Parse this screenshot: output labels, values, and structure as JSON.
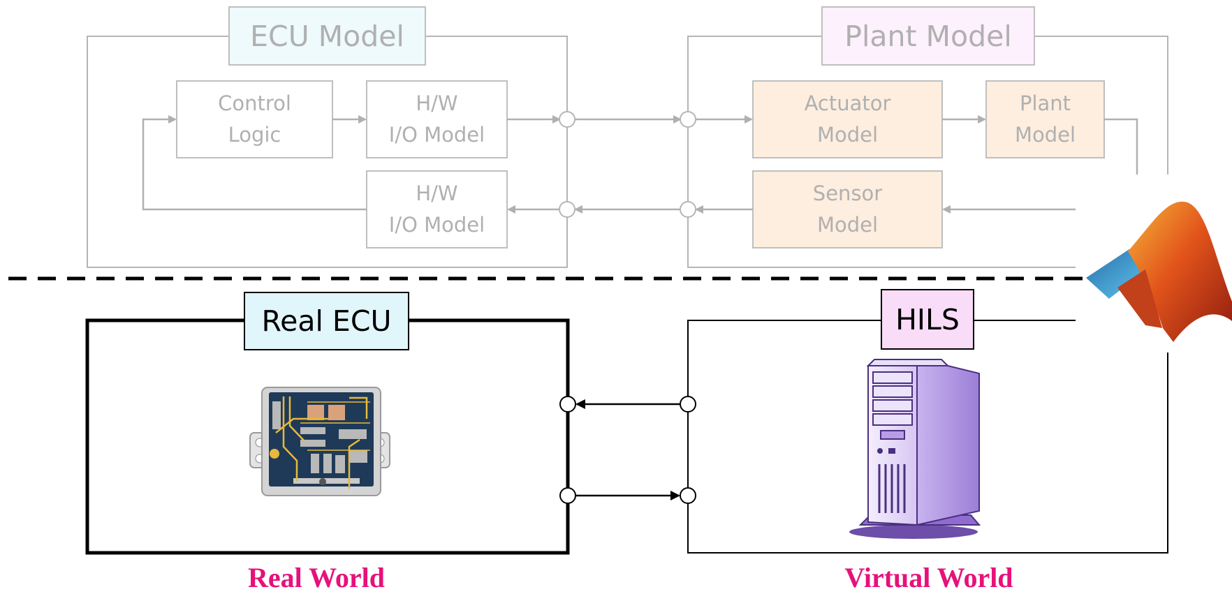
{
  "colors": {
    "ecu_title_fill": "#eefafc",
    "plant_title_fill": "#fcf1fc",
    "model_block_fill": "#fdeedf",
    "real_ecu_title_fill": "#e1f6fb",
    "hils_title_fill": "#f8dcf8",
    "world_label": "#e6117a",
    "faded_line": "#b5b5b5"
  },
  "virtual_side": {
    "ecu_model": {
      "title": "ECU Model",
      "control_logic": "Control\nLogic",
      "hw_io_model_out": "H/W\nI/O Model",
      "hw_io_model_in": "H/W\nI/O Model"
    },
    "plant_model": {
      "title": "Plant Model",
      "actuator_model": "Actuator\nModel",
      "plant_model_block": "Plant\nModel",
      "sensor_model": "Sensor\nModel"
    }
  },
  "real_side": {
    "real_ecu": {
      "title": "Real ECU",
      "icon": "ecu-circuit-board-icon"
    },
    "hils": {
      "title": "HILS",
      "icon": "server-tower-icon"
    }
  },
  "logo": {
    "icon": "matlab-logo-icon"
  },
  "world_labels": {
    "real": "Real World",
    "virtual": "Virtual World"
  }
}
